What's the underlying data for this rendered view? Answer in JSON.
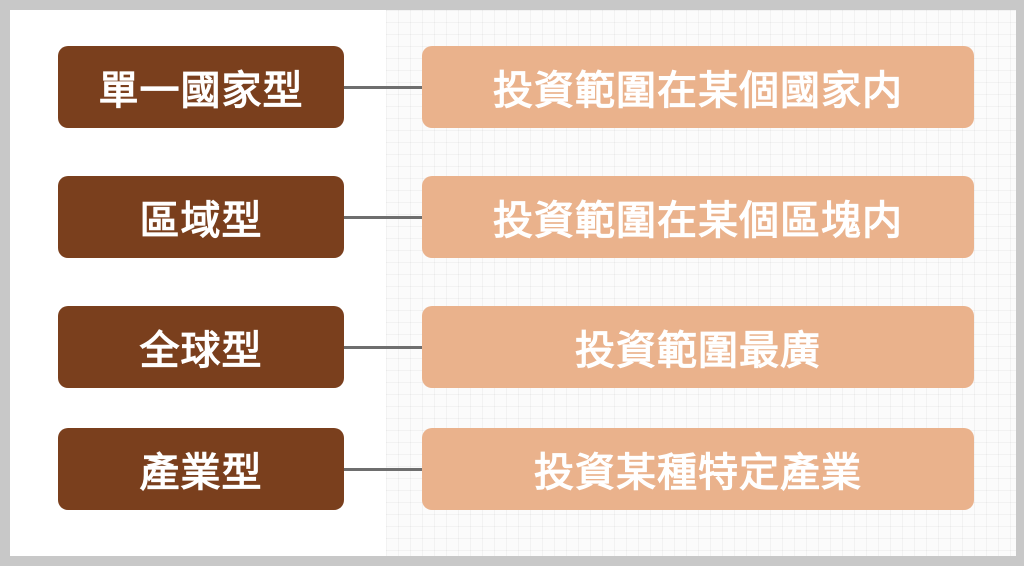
{
  "diagram": {
    "colors": {
      "type_box": "#7a3f1d",
      "desc_box": "#eab28c",
      "connector": "#6e6e6e",
      "text": "#ffffff"
    },
    "rows": [
      {
        "type": "單一國家型",
        "description": "投資範圍在某個國家内"
      },
      {
        "type": "區域型",
        "description": "投資範圍在某個區塊内"
      },
      {
        "type": "全球型",
        "description": "投資範圍最廣"
      },
      {
        "type": "產業型",
        "description": "投資某種特定產業"
      }
    ]
  }
}
